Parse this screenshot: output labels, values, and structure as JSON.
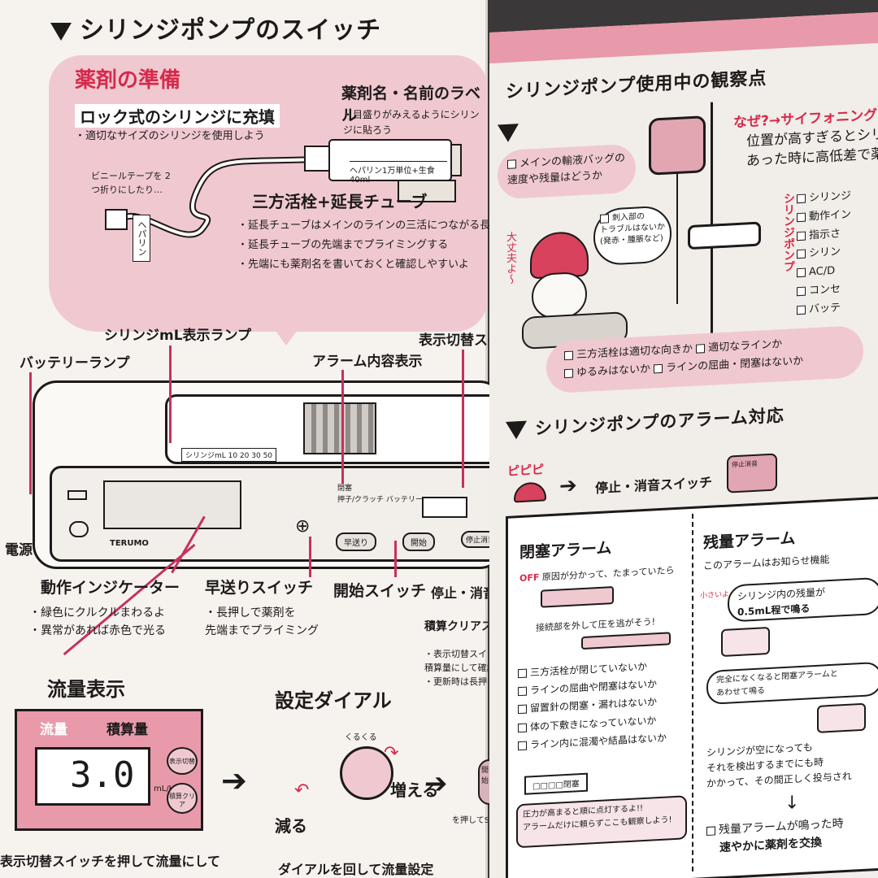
{
  "left": {
    "title": "シリンジポンプのスイッチ",
    "prep": {
      "heading": "薬剤の準備",
      "lock_heading": "ロック式のシリンジに充填",
      "lock_note": "・適切なサイズのシリンジを使用しよう",
      "label_heading": "薬剤名・名前のラベル",
      "label_note": "・目盛りがみえるようにシリンジに貼ろう",
      "tape_note": "ビニールテープを 2つ折りにしたり…",
      "syringe_label": "ヘパリン1万単位+生食40ml",
      "tape_tag": "ヘパリン",
      "stopcock_heading": "三方活栓+延長チューブ",
      "notes": [
        "・延長チューブはメインのラインの三活につながる長さのものを",
        "・延長チューブの先端までプライミングする",
        "・先端にも薬剤名を書いておくと確認しやすいよ"
      ]
    },
    "labels": {
      "syringe_lamp": "シリンジmL表示ランプ",
      "battery_lamp": "バッテリーランプ",
      "alarm_display": "アラーム内容表示",
      "display_switch": "表示切替スイッチ",
      "power": "電源",
      "indicator": "動作インジケーター",
      "fast_forward": "早送りスイッチ",
      "start": "開始スイッチ",
      "stop": "停止・消音スイッチ",
      "total_clear": "積算クリアスイッチ"
    },
    "pump": {
      "brand": "TERUMO",
      "scale": "シリンジmL 10 20 30 50",
      "ff_btn": "早送り",
      "start_btn": "開始",
      "stop_btn": "停止消音",
      "alarm_items": [
        "閉塞",
        "押子/クラッチ",
        "バッテリー"
      ]
    },
    "indicator_notes": [
      "・緑色にクルクルまわるよ",
      "・異常があれば赤色で光る"
    ],
    "ff_notes": [
      "・長押しで薬剤を",
      "先端までプライミング"
    ],
    "clear_notes": [
      "・表示切替スイッチで",
      "積算量にして確認",
      "・更新時は長押しで"
    ],
    "flow": {
      "heading": "流量表示",
      "rate_label": "流量",
      "total_label": "積算量",
      "value": "3.0",
      "unit": "mL/H",
      "btn_switch": "表示切替",
      "btn_clear": "積算クリア",
      "caption": "表示切替スイッチを押して流量にして"
    },
    "dial": {
      "heading": "設定ダイアル",
      "decrease": "減る",
      "increase": "増える",
      "spin": "くるくる",
      "caption": "ダイアルを回して流量設定",
      "start_btn": "開始",
      "press_note": "を押してSTART"
    }
  },
  "right": {
    "obs_title": "シリンジポンプ使用中の観察点",
    "why_heading": "なぜ?→サイフォニング",
    "why_text": [
      "位置が高すぎるとシリンジ",
      "あった時に高低差で薬"
    ],
    "bag_check": [
      "メインの輸液バッグの",
      "速度や残量はどうか"
    ],
    "site_check": [
      "刺入部の",
      "トラブルはないか",
      "(発赤・腫脹など)"
    ],
    "patient_say": "大丈夫よ〜",
    "syringe_checks_label": "シリンジポンプ",
    "syringe_checks": [
      "シリンジ",
      "動作イン",
      "指示さ",
      "シリン",
      "AC/D",
      "コンセ",
      "バッテ"
    ],
    "line_checks": [
      "三方活栓は適切な向きか",
      "適切なラインか",
      "ゆるみはないか",
      "ラインの屈曲・閉塞はないか"
    ],
    "alarm_title": "シリンジポンプのアラーム対応",
    "alarm_sound": "ピピピ",
    "stop_switch": "停止・消音スイッチ",
    "stop_btn": "停止消音",
    "occlusion": {
      "heading": "閉塞アラーム",
      "off": "OFF",
      "cause": "原因が分かって、たまっていたら",
      "release": "接続部を外して圧を逃がそう!",
      "checks": [
        "三方活栓が閉じていないか",
        "ラインの屈曲や閉塞はないか",
        "留置針の閉塞・漏れはないか",
        "体の下敷きになっていないか",
        "ライン内に混濁や結晶はないか"
      ],
      "lamp": "閉塞",
      "note": [
        "圧力が高まると順に点灯するよ!!",
        "アラームだけに頼らずここも観察しよう!"
      ]
    },
    "remaining": {
      "heading": "残量アラーム",
      "sub": "このアラームはお知らせ機能",
      "tiny": "小さいよ",
      "text1": [
        "シリンジ内の残量が",
        "0.5mL程で鳴る"
      ],
      "text2": [
        "完全になくなると閉塞アラームと",
        "あわせて鳴る"
      ],
      "text3": [
        "シリンジが空になっても",
        "それを検出するまでにも時",
        "かかって、その間正しく投与され"
      ],
      "final": [
        "残量アラームが鳴った時",
        "速やかに薬剤を交換"
      ]
    }
  }
}
